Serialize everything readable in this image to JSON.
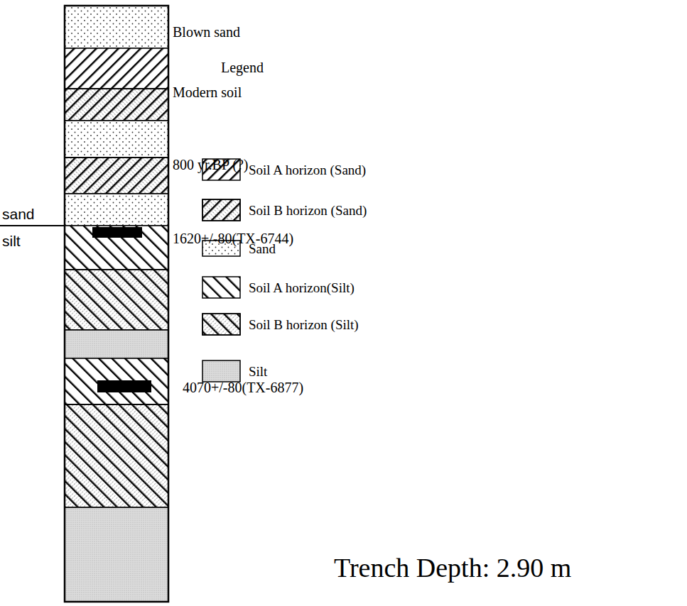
{
  "diagram": {
    "labels": [
      "Blown sand",
      "Modern soil",
      "800 yr.BP (?)",
      "1620+/-80(TX-6744)",
      "4070+/-80(TX-6877)",
      "sand",
      "silt",
      "Legend",
      "Trench Depth: 2.90 m"
    ],
    "legend": [
      {
        "text": "Soil A horizon (Sand)"
      },
      {
        "text": "Soil B horizon (Sand)"
      },
      {
        "text": "Sand"
      },
      {
        "text": "Soil A horizon(Silt)"
      },
      {
        "text": "Soil B horizon (Silt)"
      },
      {
        "text": "Silt"
      }
    ]
  }
}
